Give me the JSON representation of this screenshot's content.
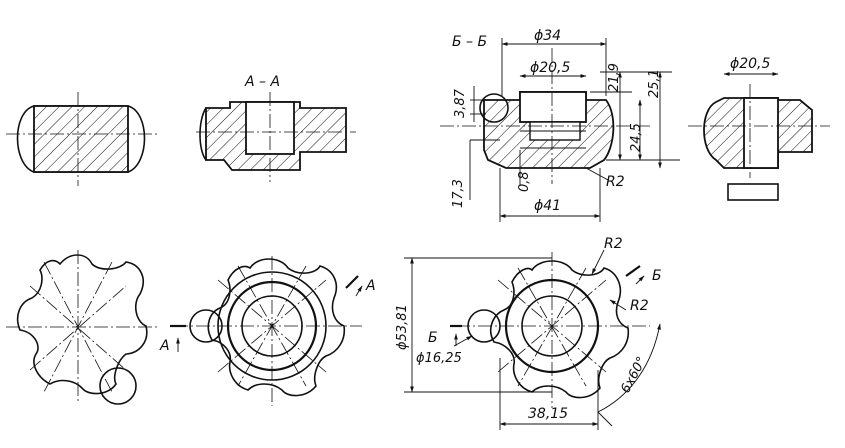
{
  "labels": {
    "section_a": "А – А",
    "section_b": "Б – Б",
    "d34": "ϕ34",
    "d20_5_left": "ϕ20,5",
    "d20_5_right": "ϕ20,5",
    "h3_87": "3,87",
    "h21_9": "21,9",
    "h25_1": "25,1",
    "h24_5": "24,5",
    "h17_3": "17,3",
    "h0_8": "0,8",
    "d41": "ϕ41",
    "r2_top": "R2",
    "r2_mid": "R2",
    "r2_sec": "R2",
    "d53_81": "ϕ53,81",
    "d16_25": "ϕ16,25",
    "d38_15": "38,15",
    "ang": "6x60°",
    "arrow_a_left": "А",
    "arrow_a_right": "А",
    "arrow_b_left": "Б",
    "arrow_b_right": "Б"
  }
}
